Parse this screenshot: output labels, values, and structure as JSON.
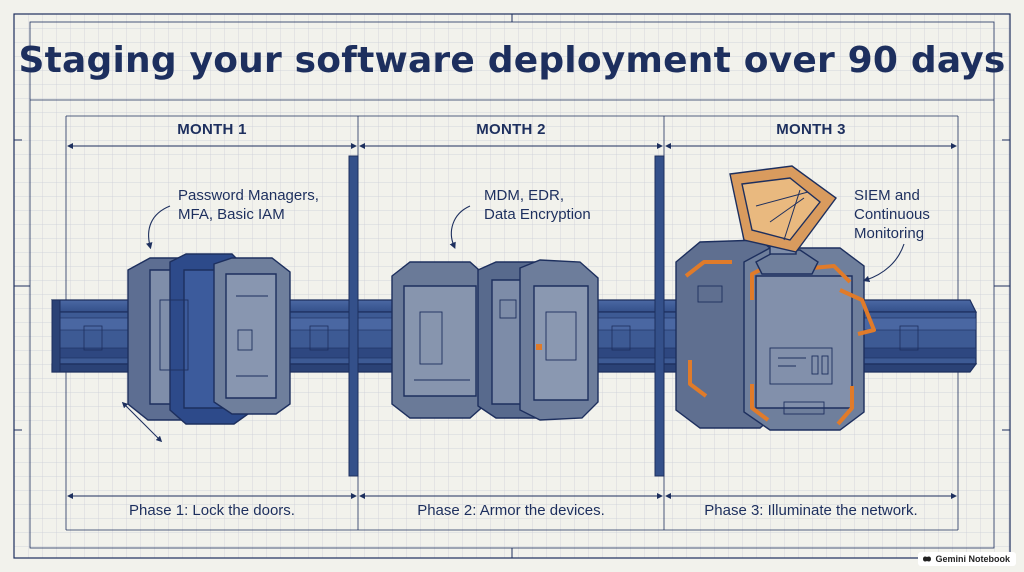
{
  "title": "Staging your software deployment over 90 days",
  "months": [
    {
      "label": "MONTH 1"
    },
    {
      "label": "MONTH 2"
    },
    {
      "label": "MONTH 3"
    }
  ],
  "callouts": [
    {
      "text": "Password Managers,\nMFA, Basic IAM"
    },
    {
      "text": "MDM, EDR,\nData Encryption"
    },
    {
      "text": "SIEM and\nContinuous\nMonitoring"
    }
  ],
  "phases": [
    {
      "label": "Phase 1: Lock the doors."
    },
    {
      "label": "Phase 2: Armor the devices."
    },
    {
      "label": "Phase 3: Illuminate the network."
    }
  ],
  "badge": {
    "label": "Gemini Notebook",
    "icon": "gemini-notebook-icon"
  },
  "colors": {
    "background": "#f2f2ec",
    "grid": "#c9ccd6",
    "ink": "#1d2f5e",
    "beam": "#34508a",
    "module": "#6f7f9c",
    "accent": "#e07b2a"
  }
}
